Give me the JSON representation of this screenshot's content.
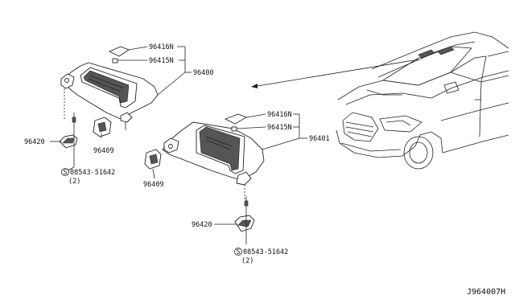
{
  "labels": {
    "p96416N_a": "96416N",
    "p96415N_a": "96415N",
    "p96400": "96400",
    "p96420_a": "96420",
    "p96409_a": "96409",
    "p08543_a": "08543-51642",
    "p08543_a_qty": "(2)",
    "p96416N_b": "96416N",
    "p96415N_b": "96415N",
    "p96401": "96401",
    "p96409_b": "96409",
    "p96420_b": "96420",
    "p08543_b": "08543-51642",
    "p08543_b_qty": "(2)",
    "screw_symbol": "S"
  },
  "diagram_code": "J964007H"
}
